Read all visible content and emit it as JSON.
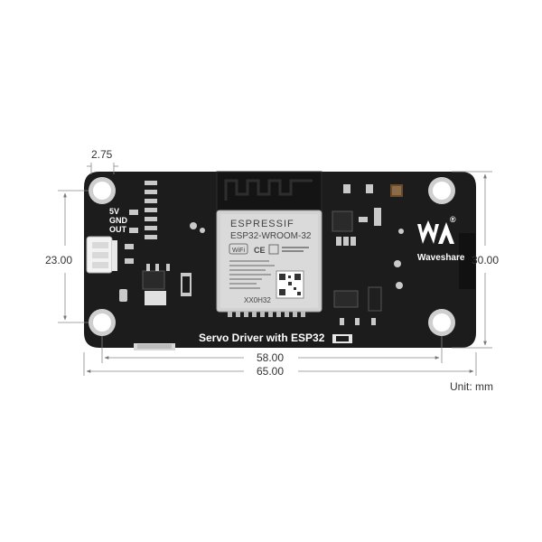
{
  "diagram": {
    "board": {
      "title": "Servo Driver with ESP32",
      "brand_name": "Waveshare",
      "registered_mark": "®",
      "pins": {
        "pin_5v": "5V",
        "pin_gnd": "GND",
        "pin_out": "OUT"
      },
      "colors": {
        "pcb": "#1b1b1b",
        "silkscreen": "#ffffff",
        "pad": "#c9c9c9",
        "module_shield": "#d2d2d2"
      }
    },
    "module": {
      "maker": "ESPRESSIF",
      "model": "ESP32-WROOM-32",
      "wifi_label": "WiFi",
      "ce_label": "CE",
      "code": "XX0H32"
    },
    "dimensions": {
      "top_spacing": "2.75",
      "left_height": "23.00",
      "right_height": "30.00",
      "hole_span": "58.00",
      "total_width": "65.00",
      "unit_label": "Unit: mm"
    }
  }
}
